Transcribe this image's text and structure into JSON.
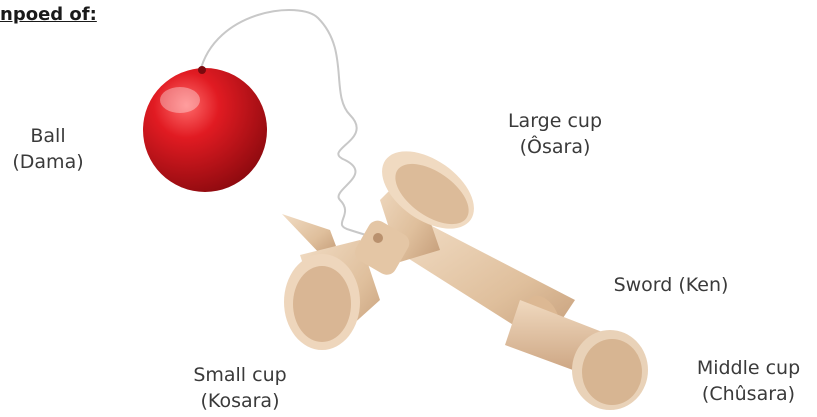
{
  "heading": "npoed of:",
  "parts": [
    {
      "name": "Ball",
      "japanese": "(Dama)"
    },
    {
      "name": "Large cup",
      "japanese": "(Ôsara)"
    },
    {
      "name": "Sword (Ken)",
      "japanese": ""
    },
    {
      "name": "Small cup",
      "japanese": "(Kosara)"
    },
    {
      "name": "Middle cup",
      "japanese": "(Chûsara)"
    }
  ],
  "colors": {
    "ball": "#d7141a",
    "wood": "#e8cdb0",
    "wood_dark": "#c9a27f",
    "string": "#bdbdbd"
  }
}
